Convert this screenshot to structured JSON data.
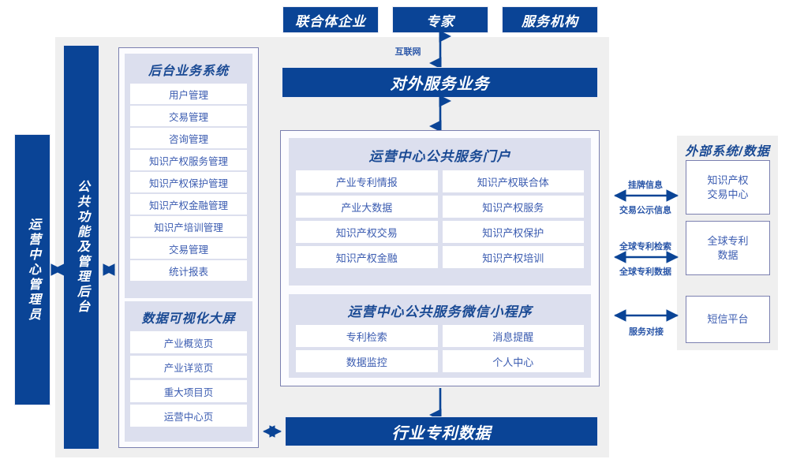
{
  "diagram": {
    "title": "IP Operations Center System Architecture",
    "colors": {
      "brand_blue": "#0a4496",
      "text_blue": "#3a5bb0",
      "panel_gray": "#efefef",
      "group_lavender": "#dcdfee",
      "border_purple": "#7b80b0"
    }
  },
  "top_actors": [
    {
      "label": "联合体企业"
    },
    {
      "label": "专家"
    },
    {
      "label": "服务机构"
    }
  ],
  "connectors": {
    "internet": "互联网",
    "external": [
      {
        "above": "挂牌信息",
        "below": "交易公示信息"
      },
      {
        "above": "全球专利检索",
        "below": "全球专利数据"
      },
      {
        "below": "服务对接"
      }
    ]
  },
  "left_rails": [
    {
      "label": "运营中心管理员"
    },
    {
      "label": "公共功能及管理后台"
    }
  ],
  "backend": {
    "title": "后台业务系统",
    "items": [
      "用户管理",
      "交易管理",
      "咨询管理",
      "知识产权服务管理",
      "知识产权保护管理",
      "知识产权金融管理",
      "知识产培训管理",
      "交易管理",
      "统计报表"
    ]
  },
  "dashboard": {
    "title": "数据可视化大屏",
    "items": [
      "产业概览页",
      "产业详览页",
      "重大项目页",
      "运营中心页"
    ]
  },
  "service_bar": {
    "label": "对外服务业务"
  },
  "portal": {
    "title": "运营中心公共服务门户",
    "items": [
      "产业专利情报",
      "知识产权联合体",
      "产业大数据",
      "知识产权服务",
      "知识产权交易",
      "知识产权保护",
      "知识产权金融",
      "知识产权培训"
    ]
  },
  "miniprogram": {
    "title": "运营中心公共服务微信小程序",
    "items": [
      "专利检索",
      "消息提醒",
      "数据监控",
      "个人中心"
    ]
  },
  "data_bar": {
    "label": "行业专利数据"
  },
  "external": {
    "title": "外部系统/数据",
    "items": [
      "知识产权\n交易中心",
      "全球专利\n数据",
      "短信平台"
    ]
  }
}
